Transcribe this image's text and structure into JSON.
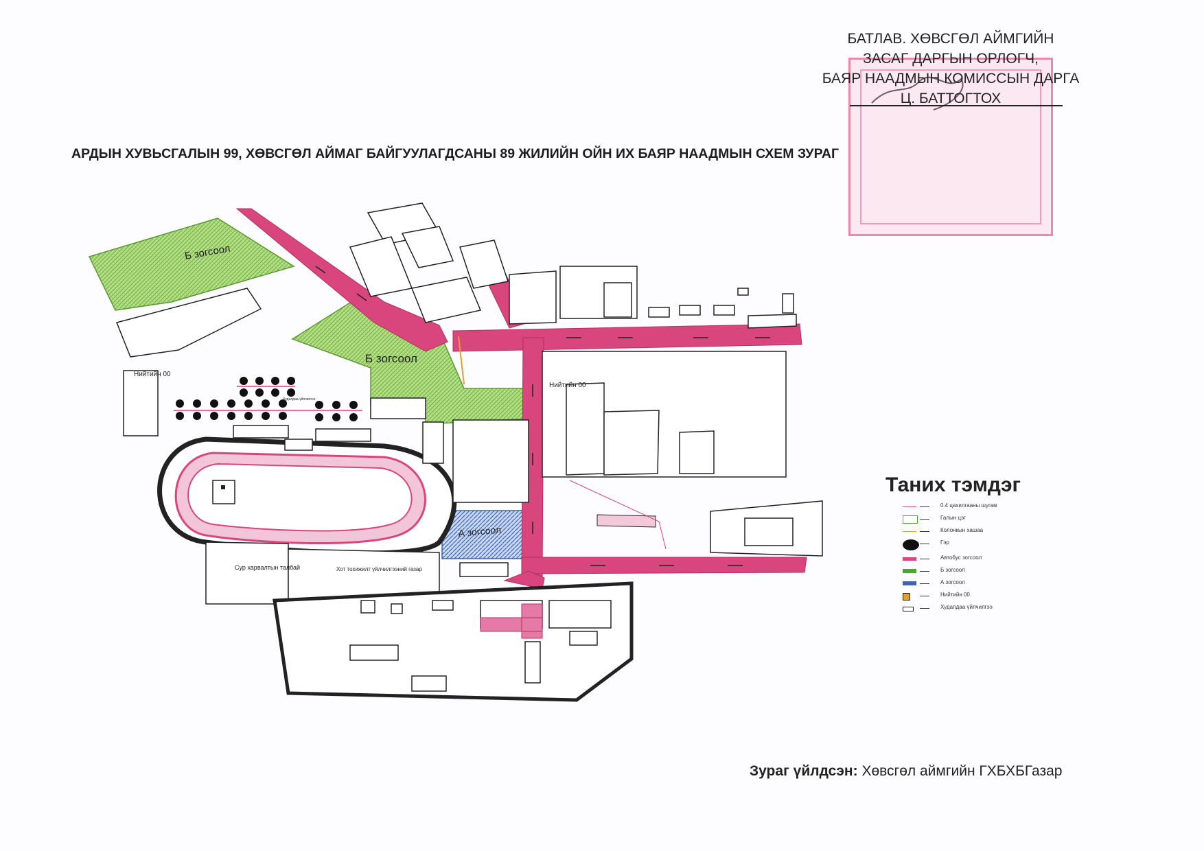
{
  "approval": {
    "line1": "БАТЛАВ. ХӨВСГӨЛ АЙМГИЙН",
    "line2": "ЗАСАГ ДАРГЫН ОРЛОГЧ,",
    "line3": "БАЯР НААДМЫН КОМИССЫН ДАРГА",
    "line4": "Ц. БАТТОГТОХ"
  },
  "title": "АРДЫН ХУВЬСГАЛЫН 99, ХӨВСГӨЛ АЙМАГ БАЙГУУЛАГДСАНЫ 89 ЖИЛИЙН ОЙН ИХ БАЯР НААДМЫН СХЕМ ЗУРАГ",
  "labels": {
    "parking_b": "Б зогсоол",
    "parking_a": "А зогсоол",
    "public_toilet": "Нийтийн 00",
    "sports_field": "Сур харвалтын талбай",
    "local_admin": "Хот тохижилт үйлчилгээний газар",
    "ger_small": "Худалдаа үйлчилгээ"
  },
  "legend": {
    "title": "Таних тэмдэг",
    "items": [
      "0.4 цахилгааны шугам",
      "Галын цэг",
      "Колонкын хашаа",
      "Гэр",
      "Автобус зогсоол",
      "Б зогсоол",
      "А зогсоол",
      "Нийтийн 00",
      "Худалдаа үйлчилгээ"
    ]
  },
  "credit": {
    "label": "Зураг үйлдсэн:",
    "value": "Хөвсгөл аймгийн ГХБХБГазар"
  },
  "colors": {
    "road": "#d9457d",
    "parking_b": "#4aa532",
    "parking_a": "#3d63b5",
    "stamp": "#e98aa6"
  }
}
